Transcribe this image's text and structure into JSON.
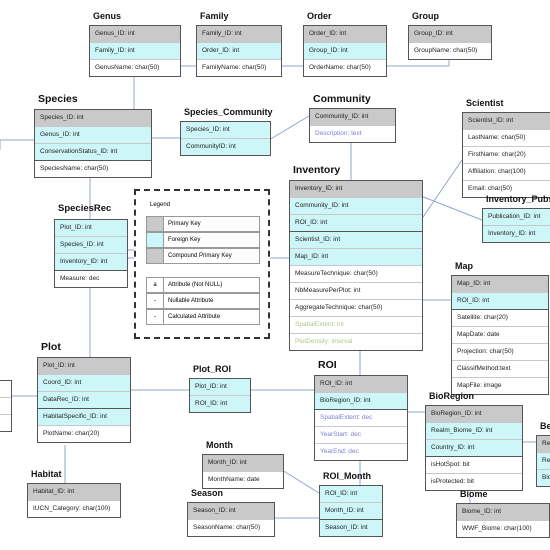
{
  "legend": {
    "title": "Legend",
    "items": [
      {
        "label": "Primary Key",
        "symbol": ""
      },
      {
        "label": "Foreign Key",
        "symbol": ""
      },
      {
        "label": "Compound Primary Key",
        "symbol": ""
      },
      {
        "label": "Attribute (Not NULL)",
        "symbol": "a"
      },
      {
        "label": "Nullable Attribute",
        "symbol": "-"
      },
      {
        "label": "Calculated Attribute",
        "symbol": "-"
      }
    ]
  },
  "entities": [
    {
      "key": "genus",
      "title": "Genus",
      "rows": [
        {
          "text": "Genus_ID: int",
          "kind": "pk"
        },
        {
          "text": "Family_ID: int",
          "kind": "fk"
        },
        {
          "text": "GenusName: char(50)",
          "kind": "attr"
        }
      ]
    },
    {
      "key": "family",
      "title": "Family",
      "rows": [
        {
          "text": "Family_ID: int",
          "kind": "pk"
        },
        {
          "text": "Order_ID: int",
          "kind": "fk"
        },
        {
          "text": "FamilyName: char(50)",
          "kind": "attr"
        }
      ]
    },
    {
      "key": "order",
      "title": "Order",
      "rows": [
        {
          "text": "Order_ID: int",
          "kind": "pk"
        },
        {
          "text": "Group_ID: int",
          "kind": "fk"
        },
        {
          "text": "OrderName: char(50)",
          "kind": "attr"
        }
      ]
    },
    {
      "key": "group",
      "title": "Group",
      "rows": [
        {
          "text": "Group_ID: int",
          "kind": "pk"
        },
        {
          "text": "GroupName: char(50)",
          "kind": "attr"
        }
      ]
    },
    {
      "key": "species",
      "title": "Species",
      "rows": [
        {
          "text": "Species_ID: int",
          "kind": "pk"
        },
        {
          "text": "Genus_ID: int",
          "kind": "fk"
        },
        {
          "text": "ConservationStatus_ID: int",
          "kind": "fk"
        },
        {
          "text": "SpeciesName: char(50)",
          "kind": "attr"
        }
      ]
    },
    {
      "key": "species_community",
      "title": "Species_Community",
      "rows": [
        {
          "text": "Species_ID: int",
          "kind": "fk"
        },
        {
          "text": "CommunityID: int",
          "kind": "fk"
        }
      ]
    },
    {
      "key": "community",
      "title": "Community",
      "rows": [
        {
          "text": "Community_ID: int",
          "kind": "pk"
        },
        {
          "text": "Description: text",
          "kind": "nullable"
        }
      ]
    },
    {
      "key": "scientist",
      "title": "Scientist",
      "rows": [
        {
          "text": "Scientist_ID: int",
          "kind": "pk"
        },
        {
          "text": "LastName: char(50)",
          "kind": "attr"
        },
        {
          "text": "FirstName: char(20)",
          "kind": "attr"
        },
        {
          "text": "Affiliation: char(100)",
          "kind": "attr"
        },
        {
          "text": "Email: char(50)",
          "kind": "attr"
        }
      ]
    },
    {
      "key": "inventory_pubs",
      "title": "Inventory_Pubs",
      "rows": [
        {
          "text": "Publication_ID: int",
          "kind": "fk"
        },
        {
          "text": "Inventory_ID: int",
          "kind": "fk"
        }
      ]
    },
    {
      "key": "inventory",
      "title": "Inventory",
      "rows": [
        {
          "text": "Inventory_ID: int",
          "kind": "pk"
        },
        {
          "text": "Community_ID: int",
          "kind": "fk"
        },
        {
          "text": "ROI_ID: int",
          "kind": "fk"
        },
        {
          "text": "Scientist_ID: int",
          "kind": "fk"
        },
        {
          "text": "Map_ID: int",
          "kind": "fk"
        },
        {
          "text": "MeasureTechnique: char(50)",
          "kind": "attr"
        },
        {
          "text": "NbMeasurePerPlot: int",
          "kind": "attr"
        },
        {
          "text": "AggregateTechnique: char(50)",
          "kind": "attr"
        },
        {
          "text": "SpatialExtent: int",
          "kind": "calc"
        },
        {
          "text": "PlotDensity: interval",
          "kind": "calc"
        }
      ]
    },
    {
      "key": "speciesrec",
      "title": "SpeciesRec",
      "rows": [
        {
          "text": "Plot_ID: int",
          "kind": "fk"
        },
        {
          "text": "Species_ID: int",
          "kind": "fk"
        },
        {
          "text": "Inventory_ID: int",
          "kind": "fk"
        },
        {
          "text": "Measure: dec",
          "kind": "attr"
        }
      ]
    },
    {
      "key": "map",
      "title": "Map",
      "rows": [
        {
          "text": "Map_ID: int",
          "kind": "pk"
        },
        {
          "text": "ROI_ID: int",
          "kind": "fk"
        },
        {
          "text": "Satellite: char(20)",
          "kind": "attr"
        },
        {
          "text": "MapDate: date",
          "kind": "attr"
        },
        {
          "text": "Projection: char(50)",
          "kind": "attr"
        },
        {
          "text": "ClassifMethod:text",
          "kind": "attr"
        },
        {
          "text": "MapFile: image",
          "kind": "attr"
        }
      ]
    },
    {
      "key": "plot",
      "title": "Plot",
      "rows": [
        {
          "text": "Plot_ID: int",
          "kind": "pk"
        },
        {
          "text": "Coord_ID: int",
          "kind": "fk"
        },
        {
          "text": "DataRec_ID: int",
          "kind": "fk"
        },
        {
          "text": "HabitatSpecific_ID: int",
          "kind": "fk"
        },
        {
          "text": "PlotName: char(20)",
          "kind": "attr"
        }
      ]
    },
    {
      "key": "plot_roi",
      "title": "Plot_ROI",
      "rows": [
        {
          "text": "Plot_ID: int",
          "kind": "fk"
        },
        {
          "text": "ROI_ID: int",
          "kind": "fk"
        }
      ]
    },
    {
      "key": "roi",
      "title": "ROI",
      "rows": [
        {
          "text": "ROI_ID: int",
          "kind": "pk"
        },
        {
          "text": "BioRegion_ID: int",
          "kind": "fk"
        },
        {
          "text": "SpatialExtent: dec",
          "kind": "nullable"
        },
        {
          "text": "YearStart: dec",
          "kind": "nullable"
        },
        {
          "text": "YearEnd: dec",
          "kind": "nullable"
        }
      ]
    },
    {
      "key": "bioregion",
      "title": "BioRegion",
      "rows": [
        {
          "text": "BioRegion_ID: int",
          "kind": "pk"
        },
        {
          "text": "Realm_Biome_ID: int",
          "kind": "fk"
        },
        {
          "text": "Country_ID: int",
          "kind": "fk"
        },
        {
          "text": "isHotSpot: bit",
          "kind": "attr"
        },
        {
          "text": "isProtected: bit",
          "kind": "attr"
        }
      ]
    },
    {
      "key": "be",
      "title": "Be",
      "rows": [
        {
          "text": "Re",
          "kind": "pk"
        },
        {
          "text": "Re",
          "kind": "fk"
        },
        {
          "text": "Bio",
          "kind": "fk"
        }
      ]
    },
    {
      "key": "habitat",
      "title": "Habitat",
      "rows": [
        {
          "text": "Habitat_ID: int",
          "kind": "pk"
        },
        {
          "text": "IUCN_Category: char(100)",
          "kind": "attr"
        }
      ]
    },
    {
      "key": "month",
      "title": "Month",
      "rows": [
        {
          "text": "Month_ID: int",
          "kind": "pk"
        },
        {
          "text": "MonthName: date",
          "kind": "attr"
        }
      ]
    },
    {
      "key": "season",
      "title": "Season",
      "rows": [
        {
          "text": "Season_ID: int",
          "kind": "pk"
        },
        {
          "text": "SeasonName: char(50)",
          "kind": "attr"
        }
      ]
    },
    {
      "key": "roi_month",
      "title": "ROI_Month",
      "rows": [
        {
          "text": "ROI_ID: int",
          "kind": "fk"
        },
        {
          "text": "Month_ID: int",
          "kind": "fk"
        },
        {
          "text": "Season_ID: int",
          "kind": "fk"
        }
      ]
    },
    {
      "key": "biome",
      "title": "Biome",
      "rows": [
        {
          "text": "Biome_ID: int",
          "kind": "pk"
        },
        {
          "text": "WWF_Biome: char(100)",
          "kind": "attr"
        }
      ]
    },
    {
      "key": "left_stub",
      "title": "",
      "rows": [
        {
          "text": "",
          "kind": "attr"
        },
        {
          "text": "",
          "kind": "attr"
        },
        {
          "text": "",
          "kind": "attr"
        }
      ]
    }
  ]
}
